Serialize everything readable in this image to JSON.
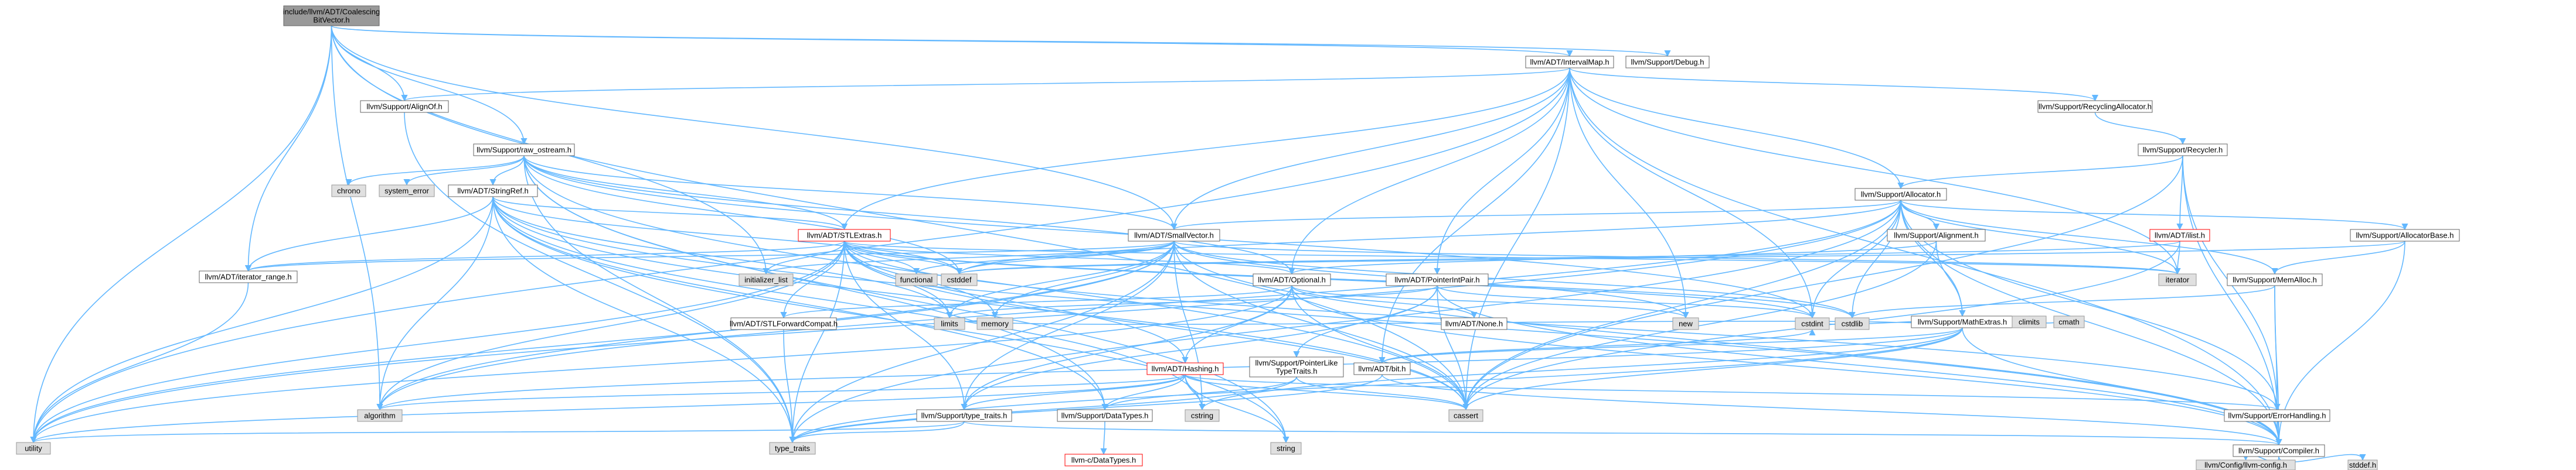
{
  "colors": {
    "root_fill": "#999999",
    "root_border": "#666666",
    "doc_fill": "#ffffff",
    "doc_border": "#666666",
    "ext_fill": "#e0e0e0",
    "ext_border": "#999999",
    "red_border": "#ff0000",
    "red_text": "#ff0000",
    "edge": "#63b8ff"
  },
  "nodes": [
    {
      "id": "root",
      "lines": [
        "include/llvm/ADT/Coalescing",
        "BitVector.h"
      ],
      "kind": "root",
      "interactable": false
    },
    {
      "id": "intervalmap",
      "lines": [
        "llvm/ADT/IntervalMap.h"
      ],
      "kind": "doc",
      "interactable": true
    },
    {
      "id": "debug",
      "lines": [
        "llvm/Support/Debug.h"
      ],
      "kind": "doc",
      "interactable": true
    },
    {
      "id": "alignof",
      "lines": [
        "llvm/Support/AlignOf.h"
      ],
      "kind": "doc",
      "interactable": true
    },
    {
      "id": "raw_ostream",
      "lines": [
        "llvm/Support/raw_ostream.h"
      ],
      "kind": "doc",
      "interactable": true
    },
    {
      "id": "recyclingalloc",
      "lines": [
        "llvm/Support/RecyclingAllocator.h"
      ],
      "kind": "doc",
      "interactable": true
    },
    {
      "id": "recycler",
      "lines": [
        "llvm/Support/Recycler.h"
      ],
      "kind": "doc",
      "interactable": true
    },
    {
      "id": "allocator",
      "lines": [
        "llvm/Support/Allocator.h"
      ],
      "kind": "doc",
      "interactable": true
    },
    {
      "id": "chrono",
      "lines": [
        "chrono"
      ],
      "kind": "ext",
      "interactable": false
    },
    {
      "id": "system_error",
      "lines": [
        "system_error"
      ],
      "kind": "ext",
      "interactable": false
    },
    {
      "id": "stringref",
      "lines": [
        "llvm/ADT/StringRef.h"
      ],
      "kind": "doc",
      "interactable": true
    },
    {
      "id": "stlextras",
      "lines": [
        "llvm/ADT/STLExtras.h"
      ],
      "kind": "red",
      "interactable": true
    },
    {
      "id": "smallvector",
      "lines": [
        "llvm/ADT/SmallVector.h"
      ],
      "kind": "doc",
      "interactable": true
    },
    {
      "id": "ilist",
      "lines": [
        "llvm/ADT/ilist.h"
      ],
      "kind": "red",
      "interactable": true
    },
    {
      "id": "allocatorbase",
      "lines": [
        "llvm/Support/AllocatorBase.h"
      ],
      "kind": "doc",
      "interactable": true
    },
    {
      "id": "alignment",
      "lines": [
        "llvm/Support/Alignment.h"
      ],
      "kind": "doc",
      "interactable": true
    },
    {
      "id": "iterator_range",
      "lines": [
        "llvm/ADT/iterator_range.h"
      ],
      "kind": "doc",
      "interactable": true
    },
    {
      "id": "initializer_list",
      "lines": [
        "initializer_list"
      ],
      "kind": "ext",
      "interactable": false
    },
    {
      "id": "functional",
      "lines": [
        "functional"
      ],
      "kind": "ext",
      "interactable": false
    },
    {
      "id": "cstddef",
      "lines": [
        "cstddef"
      ],
      "kind": "ext",
      "interactable": false
    },
    {
      "id": "optional",
      "lines": [
        "llvm/ADT/Optional.h"
      ],
      "kind": "doc",
      "interactable": true
    },
    {
      "id": "pointerintpair",
      "lines": [
        "llvm/ADT/PointerIntPair.h"
      ],
      "kind": "doc",
      "interactable": true
    },
    {
      "id": "iterator",
      "lines": [
        "iterator"
      ],
      "kind": "ext",
      "interactable": false
    },
    {
      "id": "memalloc",
      "lines": [
        "llvm/Support/MemAlloc.h"
      ],
      "kind": "doc",
      "interactable": true
    },
    {
      "id": "mathextras",
      "lines": [
        "llvm/Support/MathExtras.h"
      ],
      "kind": "doc",
      "interactable": true
    },
    {
      "id": "climits",
      "lines": [
        "climits"
      ],
      "kind": "ext",
      "interactable": false
    },
    {
      "id": "cmath",
      "lines": [
        "cmath"
      ],
      "kind": "ext",
      "interactable": false
    },
    {
      "id": "limits",
      "lines": [
        "limits"
      ],
      "kind": "ext",
      "interactable": false
    },
    {
      "id": "memory",
      "lines": [
        "memory"
      ],
      "kind": "ext",
      "interactable": false
    },
    {
      "id": "new",
      "lines": [
        "new"
      ],
      "kind": "ext",
      "interactable": false
    },
    {
      "id": "cstdint",
      "lines": [
        "cstdint"
      ],
      "kind": "ext",
      "interactable": false
    },
    {
      "id": "cstdlib",
      "lines": [
        "cstdlib"
      ],
      "kind": "ext",
      "interactable": false
    },
    {
      "id": "stlforwardcompat",
      "lines": [
        "llvm/ADT/STLForwardCompat.h"
      ],
      "kind": "doc",
      "interactable": true
    },
    {
      "id": "hashing",
      "lines": [
        "llvm/ADT/Hashing.h"
      ],
      "kind": "red",
      "interactable": true
    },
    {
      "id": "pointerliketypetraits",
      "lines": [
        "llvm/Support/PointerLike",
        "TypeTraits.h"
      ],
      "kind": "doc",
      "interactable": true
    },
    {
      "id": "bit",
      "lines": [
        "llvm/ADT/bit.h"
      ],
      "kind": "doc",
      "interactable": true
    },
    {
      "id": "none",
      "lines": [
        "llvm/ADT/None.h"
      ],
      "kind": "doc",
      "interactable": true
    },
    {
      "id": "algorithm",
      "lines": [
        "algorithm"
      ],
      "kind": "ext",
      "interactable": false
    },
    {
      "id": "type_traits_h",
      "lines": [
        "llvm/Support/type_traits.h"
      ],
      "kind": "doc",
      "interactable": true
    },
    {
      "id": "datatypes",
      "lines": [
        "llvm/Support/DataTypes.h"
      ],
      "kind": "doc",
      "interactable": true
    },
    {
      "id": "cstring",
      "lines": [
        "cstring"
      ],
      "kind": "ext",
      "interactable": false
    },
    {
      "id": "cassert",
      "lines": [
        "cassert"
      ],
      "kind": "ext",
      "interactable": false
    },
    {
      "id": "errorhandling",
      "lines": [
        "llvm/Support/ErrorHandling.h"
      ],
      "kind": "doc",
      "interactable": true
    },
    {
      "id": "utility",
      "lines": [
        "utility"
      ],
      "kind": "ext",
      "interactable": false
    },
    {
      "id": "type_traits",
      "lines": [
        "type_traits"
      ],
      "kind": "ext",
      "interactable": false
    },
    {
      "id": "c_datatypes",
      "lines": [
        "llvm-c/DataTypes.h"
      ],
      "kind": "red",
      "interactable": true
    },
    {
      "id": "string",
      "lines": [
        "string"
      ],
      "kind": "ext",
      "interactable": false
    },
    {
      "id": "compiler",
      "lines": [
        "llvm/Support/Compiler.h"
      ],
      "kind": "doc",
      "interactable": true
    },
    {
      "id": "llvm_config",
      "lines": [
        "llvm/Config/llvm-config.h"
      ],
      "kind": "ext",
      "interactable": false
    },
    {
      "id": "stddef",
      "lines": [
        "stddef.h"
      ],
      "kind": "ext",
      "interactable": false
    }
  ],
  "edges": [
    [
      "root",
      "intervalmap"
    ],
    [
      "root",
      "debug"
    ],
    [
      "root",
      "alignof"
    ],
    [
      "root",
      "raw_ostream"
    ],
    [
      "root",
      "smallvector"
    ],
    [
      "root",
      "iterator_range"
    ],
    [
      "root",
      "algorithm"
    ],
    [
      "root",
      "cassert"
    ],
    [
      "root",
      "utility"
    ],
    [
      "root",
      "initializer_list"
    ],
    [
      "intervalmap",
      "recyclingalloc"
    ],
    [
      "intervalmap",
      "allocator"
    ],
    [
      "intervalmap",
      "smallvector"
    ],
    [
      "intervalmap",
      "pointerintpair"
    ],
    [
      "intervalmap",
      "bit"
    ],
    [
      "intervalmap",
      "alignof"
    ],
    [
      "intervalmap",
      "iterator"
    ],
    [
      "intervalmap",
      "new"
    ],
    [
      "intervalmap",
      "cstdint"
    ],
    [
      "intervalmap",
      "cassert"
    ],
    [
      "intervalmap",
      "utility"
    ],
    [
      "intervalmap",
      "compiler"
    ],
    [
      "intervalmap",
      "optional"
    ],
    [
      "intervalmap",
      "stlextras"
    ],
    [
      "alignof",
      "type_traits"
    ],
    [
      "raw_ostream",
      "chrono"
    ],
    [
      "raw_ostream",
      "system_error"
    ],
    [
      "raw_ostream",
      "stringref"
    ],
    [
      "raw_ostream",
      "smallvector"
    ],
    [
      "raw_ostream",
      "datatypes"
    ],
    [
      "raw_ostream",
      "cstddef"
    ],
    [
      "raw_ostream",
      "cstdint"
    ],
    [
      "raw_ostream",
      "cassert"
    ],
    [
      "raw_ostream",
      "string"
    ],
    [
      "raw_ostream",
      "type_traits"
    ],
    [
      "raw_ostream",
      "optional"
    ],
    [
      "raw_ostream",
      "stlextras"
    ],
    [
      "recyclingalloc",
      "recycler"
    ],
    [
      "recycler",
      "allocator"
    ],
    [
      "recycler",
      "ilist"
    ],
    [
      "recycler",
      "errorhandling"
    ],
    [
      "recycler",
      "compiler"
    ],
    [
      "recycler",
      "cassert"
    ],
    [
      "allocator",
      "smallvector"
    ],
    [
      "allocator",
      "alignment"
    ],
    [
      "allocator",
      "allocatorbase"
    ],
    [
      "allocator",
      "compiler"
    ],
    [
      "allocator",
      "mathextras"
    ],
    [
      "allocator",
      "memalloc"
    ],
    [
      "allocator",
      "errorhandling"
    ],
    [
      "allocator",
      "iterator"
    ],
    [
      "allocator",
      "cstddef"
    ],
    [
      "allocator",
      "cstdint"
    ],
    [
      "allocator",
      "cstdlib"
    ],
    [
      "allocator",
      "cassert"
    ],
    [
      "allocator",
      "utility"
    ],
    [
      "allocator",
      "type_traits"
    ],
    [
      "allocator",
      "algorithm"
    ],
    [
      "stringref",
      "stlextras"
    ],
    [
      "stringref",
      "iterator_range"
    ],
    [
      "stringref",
      "datatypes"
    ],
    [
      "stringref",
      "compiler"
    ],
    [
      "stringref",
      "algorithm"
    ],
    [
      "stringref",
      "cassert"
    ],
    [
      "stringref",
      "cstddef"
    ],
    [
      "stringref",
      "cstring"
    ],
    [
      "stringref",
      "limits"
    ],
    [
      "stringref",
      "string"
    ],
    [
      "stringref",
      "type_traits"
    ],
    [
      "stringref",
      "utility"
    ],
    [
      "stlextras",
      "iterator_range"
    ],
    [
      "stlextras",
      "optional"
    ],
    [
      "stlextras",
      "stlforwardcompat"
    ],
    [
      "stlextras",
      "hashing"
    ],
    [
      "stlextras",
      "iterator"
    ],
    [
      "stlextras",
      "type_traits_h"
    ],
    [
      "stlextras",
      "errorhandling"
    ],
    [
      "stlextras",
      "initializer_list"
    ],
    [
      "stlextras",
      "functional"
    ],
    [
      "stlextras",
      "cstddef"
    ],
    [
      "stlextras",
      "limits"
    ],
    [
      "stlextras",
      "memory"
    ],
    [
      "stlextras",
      "algorithm"
    ],
    [
      "stlextras",
      "cassert"
    ],
    [
      "stlextras",
      "cstdint"
    ],
    [
      "stlextras",
      "cstdlib"
    ],
    [
      "stlextras",
      "utility"
    ],
    [
      "stlextras",
      "type_traits"
    ],
    [
      "smallvector",
      "compiler"
    ],
    [
      "smallvector",
      "type_traits_h"
    ],
    [
      "smallvector",
      "iterator_range"
    ],
    [
      "smallvector",
      "algorithm"
    ],
    [
      "smallvector",
      "cassert"
    ],
    [
      "smallvector",
      "cstddef"
    ],
    [
      "smallvector",
      "cstdlib"
    ],
    [
      "smallvector",
      "cstring"
    ],
    [
      "smallvector",
      "functional"
    ],
    [
      "smallvector",
      "initializer_list"
    ],
    [
      "smallvector",
      "iterator"
    ],
    [
      "smallvector",
      "limits"
    ],
    [
      "smallvector",
      "memory"
    ],
    [
      "smallvector",
      "new"
    ],
    [
      "smallvector",
      "type_traits"
    ],
    [
      "smallvector",
      "utility"
    ],
    [
      "ilist",
      "iterator"
    ],
    [
      "ilist",
      "cassert"
    ],
    [
      "ilist",
      "cstddef"
    ],
    [
      "allocatorbase",
      "compiler"
    ],
    [
      "allocatorbase",
      "memalloc"
    ],
    [
      "allocatorbase",
      "cstddef"
    ],
    [
      "alignment",
      "mathextras"
    ],
    [
      "alignment",
      "cassert"
    ],
    [
      "alignment",
      "optional"
    ],
    [
      "iterator_range",
      "utility"
    ],
    [
      "optional",
      "none"
    ],
    [
      "optional",
      "stlforwardcompat"
    ],
    [
      "optional",
      "compiler"
    ],
    [
      "optional",
      "type_traits_h"
    ],
    [
      "optional",
      "cassert"
    ],
    [
      "optional",
      "new"
    ],
    [
      "optional",
      "utility"
    ],
    [
      "optional",
      "hashing"
    ],
    [
      "pointerintpair",
      "compiler"
    ],
    [
      "pointerintpair",
      "pointerliketypetraits"
    ],
    [
      "pointerintpair",
      "type_traits_h"
    ],
    [
      "pointerintpair",
      "cassert"
    ],
    [
      "pointerintpair",
      "cstdint"
    ],
    [
      "pointerintpair",
      "limits"
    ],
    [
      "memalloc",
      "compiler"
    ],
    [
      "memalloc",
      "errorhandling"
    ],
    [
      "memalloc",
      "cstdlib"
    ],
    [
      "mathextras",
      "compiler"
    ],
    [
      "mathextras",
      "algorithm"
    ],
    [
      "mathextras",
      "cassert"
    ],
    [
      "mathextras",
      "climits"
    ],
    [
      "mathextras",
      "cmath"
    ],
    [
      "mathextras",
      "cstdint"
    ],
    [
      "mathextras",
      "cstring"
    ],
    [
      "mathextras",
      "limits"
    ],
    [
      "mathextras",
      "type_traits"
    ],
    [
      "mathextras",
      "bit"
    ],
    [
      "stlforwardcompat",
      "type_traits"
    ],
    [
      "hashing",
      "errorhandling"
    ],
    [
      "hashing",
      "datatypes"
    ],
    [
      "hashing",
      "type_traits_h"
    ],
    [
      "hashing",
      "algorithm"
    ],
    [
      "hashing",
      "cassert"
    ],
    [
      "hashing",
      "cstring"
    ],
    [
      "hashing",
      "string"
    ],
    [
      "hashing",
      "tuple"
    ],
    [
      "hashing",
      "utility"
    ],
    [
      "pointerliketypetraits",
      "datatypes"
    ],
    [
      "pointerliketypetraits",
      "cassert"
    ],
    [
      "pointerliketypetraits",
      "type_traits"
    ],
    [
      "bit",
      "compiler"
    ],
    [
      "bit",
      "cstdint"
    ],
    [
      "bit",
      "type_traits"
    ],
    [
      "type_traits_h",
      "compiler"
    ],
    [
      "type_traits_h",
      "type_traits"
    ],
    [
      "type_traits_h",
      "utility"
    ],
    [
      "datatypes",
      "c_datatypes"
    ],
    [
      "errorhandling",
      "compiler"
    ],
    [
      "compiler",
      "llvm_config"
    ],
    [
      "compiler",
      "stddef"
    ]
  ]
}
